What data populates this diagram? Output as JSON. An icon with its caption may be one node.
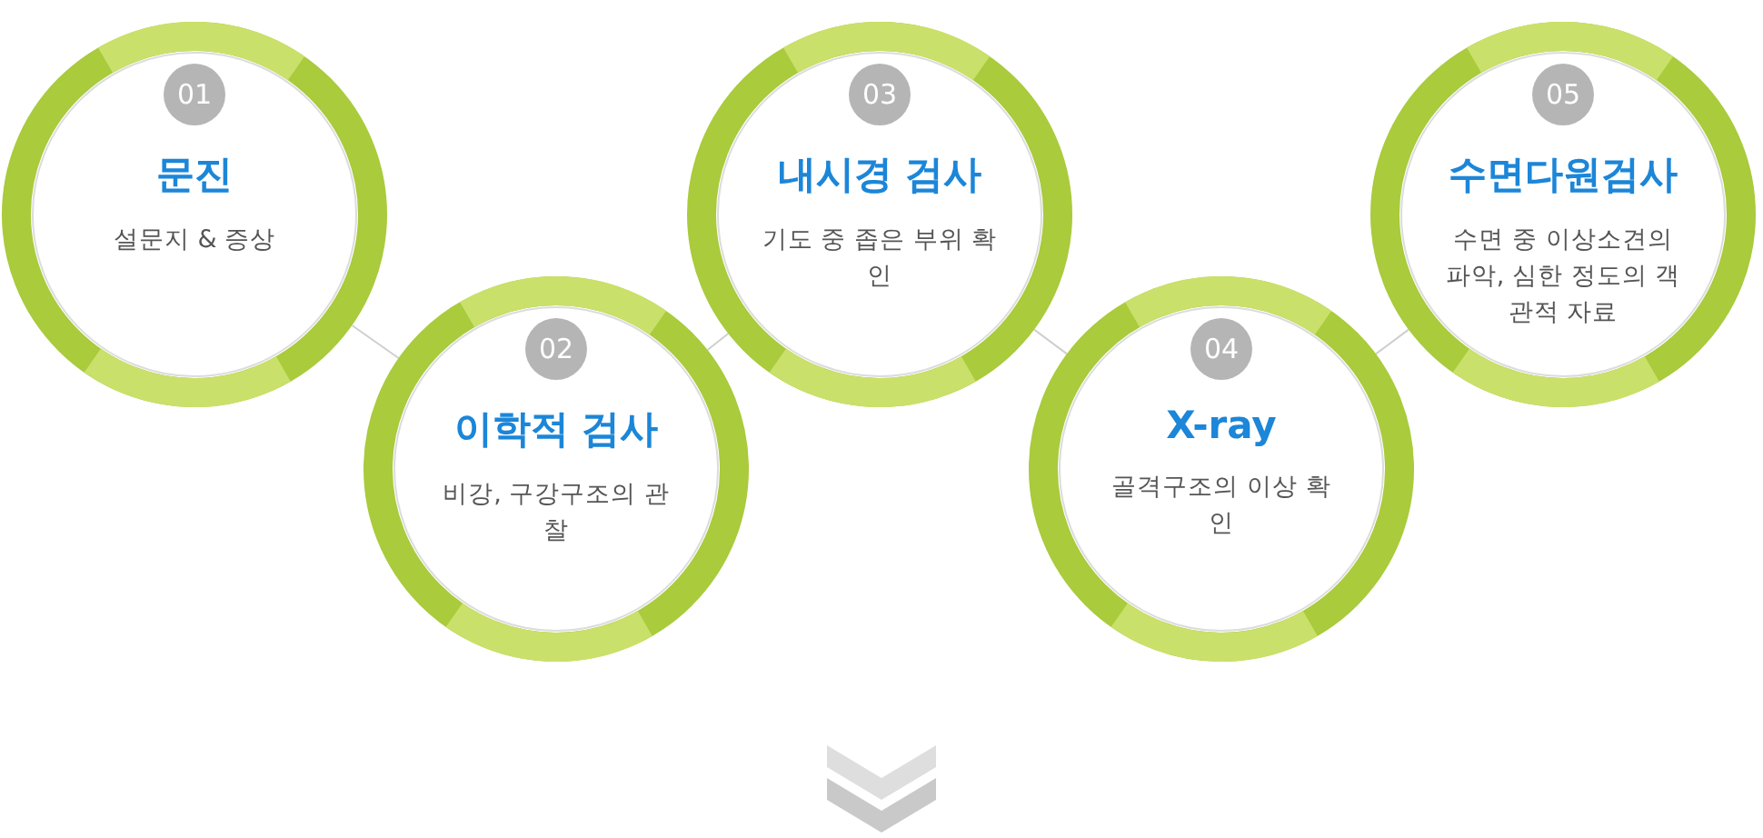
{
  "diagram": {
    "nodes": [
      {
        "text": [
          "01",
          "문진",
          "설문지 & 증상"
        ]
      },
      {
        "text": [
          "02",
          "이학적 검사",
          "비강, 구강구조의 관찰"
        ]
      },
      {
        "text": [
          "03",
          "내시경 검사",
          "기도 중 좁은 부위 확인"
        ]
      },
      {
        "text": [
          "04",
          "X-ray",
          "골격구조의 이상 확인"
        ]
      },
      {
        "text": [
          "05",
          "수면다원검사",
          "수면 중 이상소견의 파악, 심한 정도의 객관적 자료"
        ]
      }
    ],
    "edges": [
      {
        "from": 0,
        "to": 1,
        "arrow": "none"
      },
      {
        "from": 1,
        "to": 2,
        "arrow": "none"
      },
      {
        "from": 2,
        "to": 3,
        "arrow": "none"
      },
      {
        "from": 3,
        "to": 4,
        "arrow": "none"
      }
    ]
  }
}
